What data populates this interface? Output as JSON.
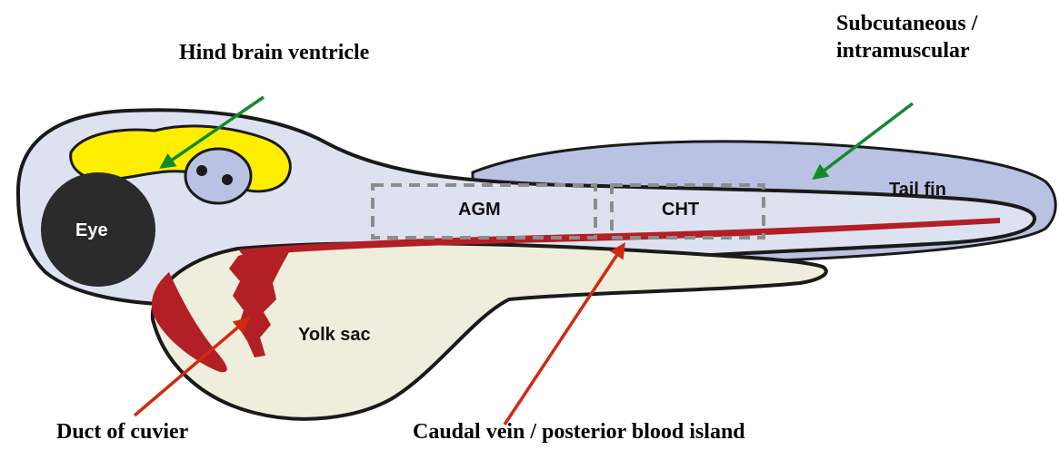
{
  "labels": {
    "hind_brain": "Hind brain ventricle",
    "subcutaneous_line1": "Subcutaneous /",
    "subcutaneous_line2": "intramuscular",
    "duct": "Duct of cuvier",
    "caudal": "Caudal vein / posterior blood island",
    "eye": "Eye",
    "agm": "AGM",
    "cht": "CHT",
    "tail_fin": "Tail fin",
    "yolk_sac": "Yolk sac"
  },
  "colors": {
    "body": "#dde2f0",
    "fin": "#b9c2e2",
    "yolk": "#efeddc",
    "brain": "#ffee00",
    "eye": "#2b2b2b",
    "blood": "#b21f24",
    "green_arrow": "#128a2c",
    "red_arrow": "#d12a12",
    "outline": "#1a1a1a",
    "dashed_box": "#8d8d8d"
  }
}
